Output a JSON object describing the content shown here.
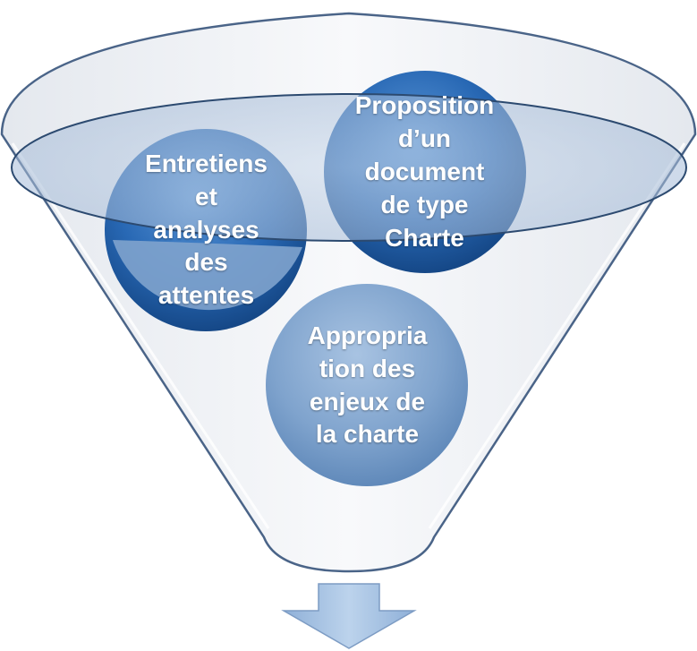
{
  "diagram": {
    "circles": [
      {
        "id": "entretiens",
        "text": "Entretiens\net\nanalyses\ndes\nattentes"
      },
      {
        "id": "proposition",
        "text": "Proposition\nd’un\ndocument\nde type\nCharte"
      },
      {
        "id": "appropriation",
        "text": "Appropria\ntion des\nenjeux de\nla charte"
      }
    ],
    "colors": {
      "circle_dark": "#1f5ea8",
      "circle_light": "#7fa6d0",
      "funnel_fill": "#eef1f5",
      "funnel_stroke": "#4a6488",
      "arrow_fill": "#a9c4e2"
    }
  }
}
